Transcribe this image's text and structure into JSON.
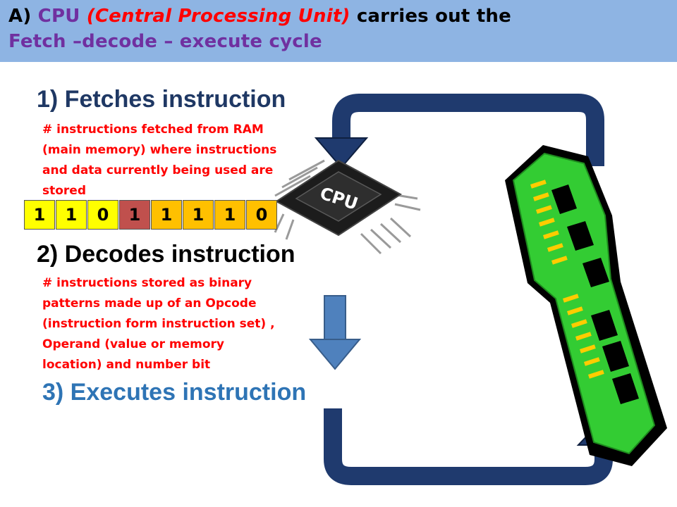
{
  "header": {
    "prefix": "A)",
    "cpu": "CPU",
    "expansion": "(Central Processing Unit)",
    "line1_rest": "carries out the",
    "line2": "Fetch –decode – execute cycle"
  },
  "steps": [
    {
      "title": "1) Fetches instruction",
      "note": [
        "# instructions fetched from RAM",
        "(main memory) where instructions",
        "and data currently being used are",
        "stored"
      ]
    },
    {
      "title": "2) Decodes instruction",
      "note": [
        "# instructions stored as binary",
        "patterns made up of an Opcode",
        "(instruction form instruction set) ,",
        "Operand (value or memory",
        "location) and number bit"
      ]
    },
    {
      "title": "3) Executes instruction",
      "note": []
    }
  ],
  "bits": [
    {
      "value": "1",
      "color": "#ffff00"
    },
    {
      "value": "1",
      "color": "#ffff00"
    },
    {
      "value": "0",
      "color": "#ffff00"
    },
    {
      "value": "1",
      "color": "#c0504d"
    },
    {
      "value": "1",
      "color": "#ffc000"
    },
    {
      "value": "1",
      "color": "#ffc000"
    },
    {
      "value": "1",
      "color": "#ffc000"
    },
    {
      "value": "0",
      "color": "#ffc000"
    }
  ],
  "cpu_chip": {
    "label": "CPU"
  },
  "colors": {
    "header_bg": "#8eb4e3",
    "cycle_arrow": "#1f3a6e",
    "decode_arrow": "#4f81bd",
    "ram_green": "#33cc33"
  }
}
